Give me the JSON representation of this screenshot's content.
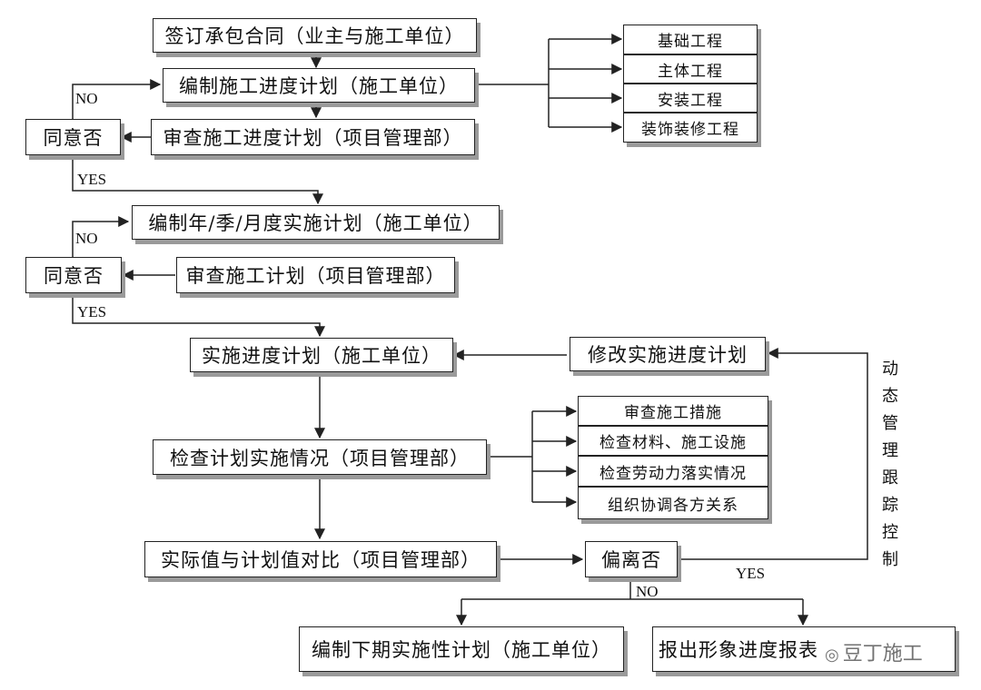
{
  "boxes": {
    "sign_contract": "签订承包合同（业主与施工单位）",
    "make_schedule": "编制施工进度计划（施工单位）",
    "review_schedule": "审查施工进度计划（项目管理部）",
    "agree1": "同意否",
    "make_period_plan": "编制年/季/月度实施计划（施工单位）",
    "review_plan": "审查施工计划（项目管理部）",
    "agree2": "同意否",
    "implement": "实施进度计划（施工单位）",
    "revise": "修改实施进度计划",
    "inspect": "检查计划实施情况（项目管理部）",
    "compare": "实际值与计划值对比（项目管理部）",
    "deviation": "偏离否",
    "next_plan": "编制下期实施性计划（施工单位）",
    "report": "报出形象进度报表"
  },
  "works": [
    "基础工程",
    "主体工程",
    "安装工程",
    "装饰装修工程"
  ],
  "checks": [
    "审查施工措施",
    "检查材料、施工设施",
    "检查劳动力落实情况",
    "组织协调各方关系"
  ],
  "labels": {
    "no1": "NO",
    "yes1": "YES",
    "no2": "NO",
    "yes2": "YES",
    "yes3": "YES",
    "no3": "NO",
    "side": "动态管理跟踪控制"
  },
  "watermark": "豆丁施工"
}
